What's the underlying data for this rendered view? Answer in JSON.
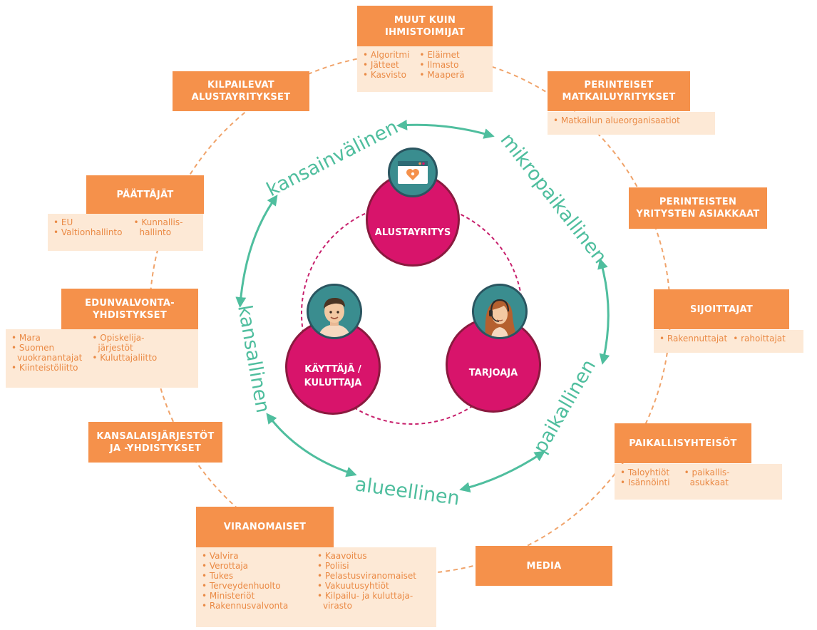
{
  "colors": {
    "orange": "#f5914b",
    "orange_light": "#fde9d6",
    "orange_text": "#ea8a45",
    "teal": "#4fbe9e",
    "magenta": "#d8146b",
    "maroon": "#8a1a3f"
  },
  "center": {
    "platform": "ALUSTAYRITYS",
    "user": "KÄYTTÄJÄ /\nKULUTTAJA",
    "provider": "TARJOAJA"
  },
  "scales": {
    "international": "kansainvälinen",
    "micro_local": "mikropaikallinen",
    "local": "paikallinen",
    "regional": "alueellinen",
    "national": "kansallinen"
  },
  "stakeholders": {
    "non_human": {
      "title": "MUUT KUIN\nIHMISTOIMIJAT",
      "col1": [
        "Algoritmi",
        "Jätteet",
        "Kasvisto"
      ],
      "col2": [
        "Eläimet",
        "Ilmasto",
        "Maaperä"
      ]
    },
    "trad_tourism": {
      "title": "PERINTEISET\nMATKAILUYRITYKSET",
      "col1": [
        "Matkailun alueorganisaatiot"
      ]
    },
    "trad_customers": {
      "title": "PERINTEISTEN\nYRITYSTEN ASIAKKAAT"
    },
    "investors": {
      "title": "SIJOITTAJAT",
      "col1": [
        "Rakennuttajat",
        "rahoittajat"
      ]
    },
    "local_communities": {
      "title": "PAIKALLISYHTEISÖT",
      "col1": [
        "Taloyhtiöt",
        "Isännöinti"
      ],
      "col2": [
        "paikallis-\nasukkaat"
      ]
    },
    "media": {
      "title": "MEDIA"
    },
    "authorities": {
      "title": "VIRANOMAISET",
      "col1": [
        "Valvira",
        "Verottaja",
        "Tukes",
        "Terveydenhuolto",
        "Ministeriöt",
        "Rakennusvalvonta"
      ],
      "col2": [
        "Kaavoitus",
        "Poliisi",
        "Pelastusviranomaiset",
        "Vakuutusyhtiöt",
        "Kilpailu- ja kuluttaja-\nvirasto"
      ]
    },
    "ngos": {
      "title": "KANSALAISJÄRJESTÖT\nJA -YHDISTYKSET"
    },
    "advocacy": {
      "title": "EDUNVALVONTA-\nYHDISTYKSET",
      "col1": [
        "Mara",
        "Suomen\nvuokranantajat",
        "Kiinteistöliitto"
      ],
      "col2": [
        "Opiskelija-\njärjestöt",
        "Kuluttajaliitto"
      ]
    },
    "decision_makers": {
      "title": "PÄÄTTÄJÄT",
      "col1": [
        "EU",
        "Valtionhallinto"
      ],
      "col2": [
        "Kunnallis-\nhallinto"
      ]
    },
    "competitors": {
      "title": "KILPAILEVAT\nALUSTAYRITYKSET"
    }
  }
}
